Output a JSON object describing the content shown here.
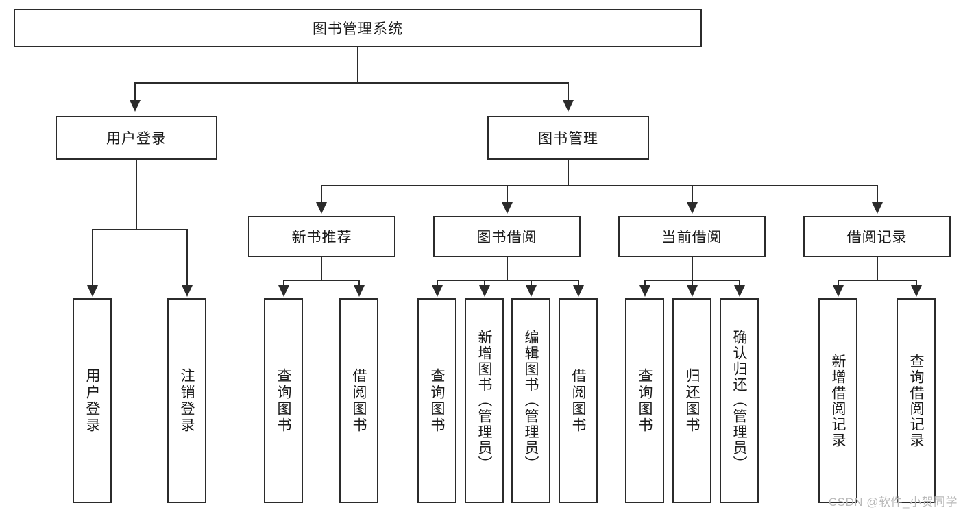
{
  "diagram": {
    "type": "tree-hierarchy-function-structure",
    "title": "图书管理系统",
    "watermark": "CSDN @软件_小贺同学",
    "colors": {
      "stroke": "#2b2b2b",
      "fill": "#ffffff",
      "text": "#1a1a1a",
      "watermark": "#b9b9b9"
    },
    "levels": {
      "root": {
        "label": "图书管理系统"
      },
      "level2": [
        {
          "id": "user-login",
          "label": "用户登录"
        },
        {
          "id": "book-management",
          "label": "图书管理"
        }
      ],
      "level3": [
        {
          "id": "new-book-recommend",
          "label": "新书推荐",
          "parent": "book-management"
        },
        {
          "id": "book-borrow",
          "label": "图书借阅",
          "parent": "book-management"
        },
        {
          "id": "current-borrow",
          "label": "当前借阅",
          "parent": "book-management"
        },
        {
          "id": "borrow-record",
          "label": "借阅记录",
          "parent": "book-management"
        }
      ],
      "leaves": {
        "user-login": [
          {
            "id": "leaf-user-login",
            "label": "用户登录"
          },
          {
            "id": "leaf-user-logout",
            "label": "注销登录"
          }
        ],
        "new-book-recommend": [
          {
            "id": "leaf-query-book-1",
            "label": "查询图书"
          },
          {
            "id": "leaf-borrow-book-1",
            "label": "借阅图书"
          }
        ],
        "book-borrow": [
          {
            "id": "leaf-query-book-2",
            "label": "查询图书"
          },
          {
            "id": "leaf-add-book",
            "label": "新增图书（管理员）"
          },
          {
            "id": "leaf-edit-book",
            "label": "编辑图书（管理员）"
          },
          {
            "id": "leaf-borrow-book-2",
            "label": "借阅图书"
          }
        ],
        "current-borrow": [
          {
            "id": "leaf-query-book-3",
            "label": "查询图书"
          },
          {
            "id": "leaf-return-book",
            "label": "归还图书"
          },
          {
            "id": "leaf-confirm-return",
            "label": "确认归还（管理员）"
          }
        ],
        "borrow-record": [
          {
            "id": "leaf-add-record",
            "label": "新增借阅记录"
          },
          {
            "id": "leaf-query-record",
            "label": "查询借阅记录"
          }
        ]
      }
    }
  }
}
